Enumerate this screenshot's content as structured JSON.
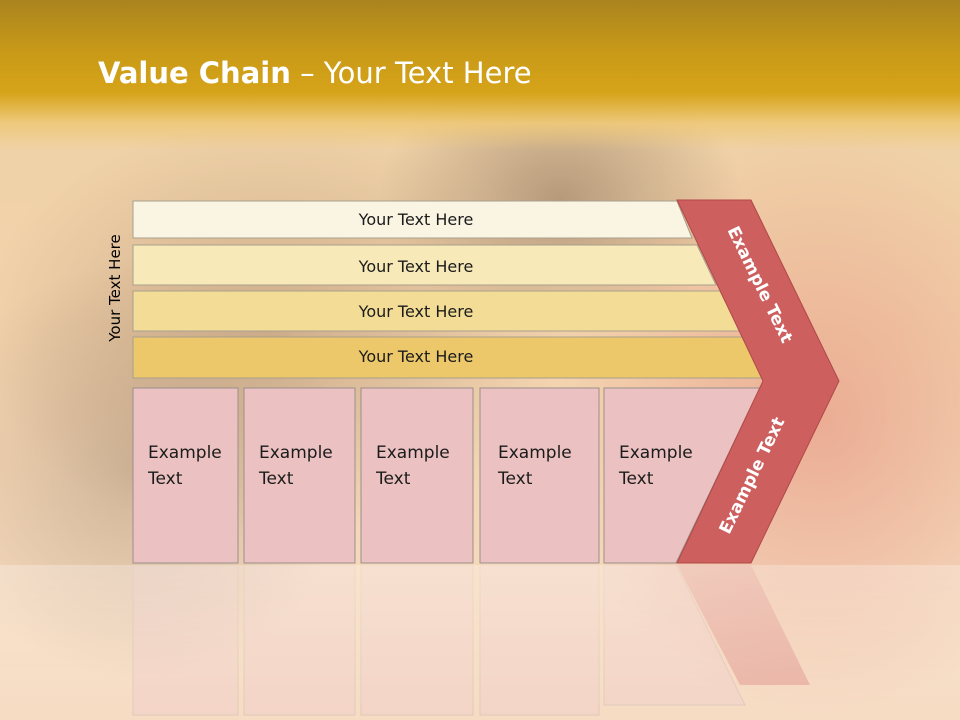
{
  "title": {
    "bold": "Value Chain",
    "rest": " – Your Text Here"
  },
  "side_label": "Your Text Here",
  "rows": [
    {
      "label": "Your Text Here",
      "fill": "#faf4e3"
    },
    {
      "label": "Your Text Here",
      "fill": "#f8e9b8"
    },
    {
      "label": "Your Text Here",
      "fill": "#f3dd96"
    },
    {
      "label": "Your Text Here",
      "fill": "#ecc86a"
    }
  ],
  "boxes": [
    {
      "label": "Example\nText"
    },
    {
      "label": "Example\nText"
    },
    {
      "label": "Example\nText"
    },
    {
      "label": "Example\nText"
    },
    {
      "label": "Example\nText"
    }
  ],
  "chevron": {
    "upper": "Example Text",
    "lower": "Example Text",
    "fill": "#cd5f5f"
  },
  "colors": {
    "header": "#d6a419",
    "box_fill": "#ebc1c1",
    "box_stroke": "#9a8f8a"
  }
}
